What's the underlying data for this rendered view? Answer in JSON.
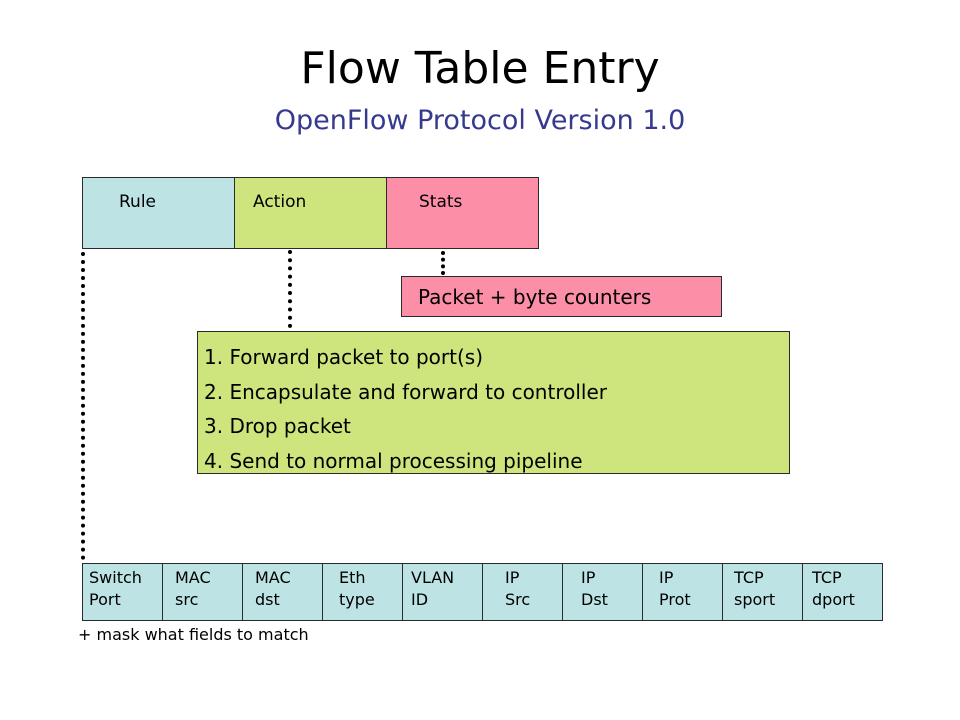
{
  "title": "Flow Table Entry",
  "subtitle": "OpenFlow Protocol Version 1.0",
  "entry": {
    "rule_label": "Rule",
    "action_label": "Action",
    "stats_label": "Stats"
  },
  "stats_detail": "Packet + byte counters",
  "actions": [
    "1.  Forward packet to port(s)",
    "2.  Encapsulate and forward to controller",
    "3.  Drop packet",
    "4.  Send to normal processing pipeline"
  ],
  "fields": [
    {
      "line1": "Switch",
      "line2": "Port"
    },
    {
      "line1": "MAC",
      "line2": "src"
    },
    {
      "line1": "MAC",
      "line2": "dst"
    },
    {
      "line1": "Eth",
      "line2": "type"
    },
    {
      "line1": "VLAN",
      "line2": "ID"
    },
    {
      "line1": "IP",
      "line2": "Src"
    },
    {
      "line1": "IP",
      "line2": "Dst"
    },
    {
      "line1": "IP",
      "line2": "Prot"
    },
    {
      "line1": "TCP",
      "line2": "sport"
    },
    {
      "line1": "TCP",
      "line2": "dport"
    }
  ],
  "mask_note": "+ mask what fields to match",
  "colors": {
    "rule": "#bde3e4",
    "action": "#cde57c",
    "stats": "#fc8ea8",
    "subtitle": "#363a8f"
  }
}
